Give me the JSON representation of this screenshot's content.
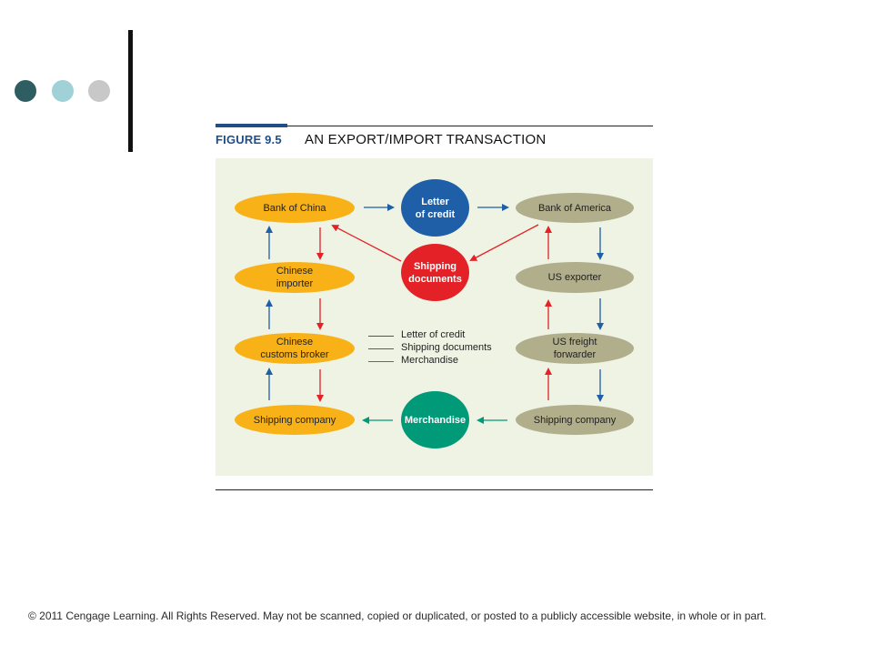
{
  "decor": {
    "dot_colors": [
      "#2f5e62",
      "#9fd1d6",
      "#c8c8c8"
    ]
  },
  "figure": {
    "label": "FIGURE 9.5",
    "title": "AN EXPORT/IMPORT TRANSACTION"
  },
  "colors": {
    "letter_of_credit": "#1f5fa8",
    "shipping_documents": "#e42126",
    "merchandise": "#009a78",
    "panel": "#eef3e4",
    "china_nodes": "#f8b218",
    "us_nodes": "#b1ae8b"
  },
  "china_side": {
    "bank": "Bank of China",
    "importer": "Chinese\nimporter",
    "broker": "Chinese\ncustoms broker",
    "shipper": "Shipping company"
  },
  "us_side": {
    "bank": "Bank of America",
    "exporter": "US exporter",
    "forwarder": "US freight\nforwarder",
    "shipper": "Shipping company"
  },
  "center": {
    "letter": "Letter\nof credit",
    "documents": "Shipping\ndocuments",
    "merchandise": "Merchandise"
  },
  "legend": {
    "letter_of_credit": "Letter of credit",
    "shipping_documents": "Shipping documents",
    "merchandise": "Merchandise"
  },
  "footer": {
    "copyright": "© 2011 Cengage Learning. All Rights Reserved. May not be scanned, copied or duplicated, or posted to a publicly accessible website, in whole or in part."
  }
}
